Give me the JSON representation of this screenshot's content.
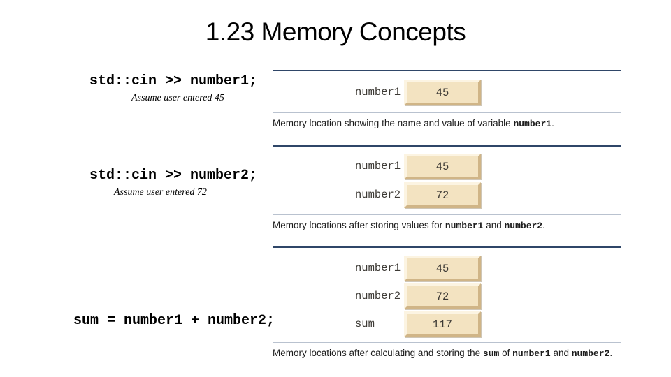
{
  "title": "1.23 Memory Concepts",
  "code_blocks": [
    {
      "code": "std::cin >> number1;",
      "note": "Assume user entered 45"
    },
    {
      "code": "std::cin >> number2;",
      "note": "Assume user entered 72"
    },
    {
      "code": "sum = number1 + number2;",
      "note": ""
    }
  ],
  "figures": [
    {
      "cells": [
        {
          "label": "number1",
          "value": "45"
        }
      ],
      "caption": [
        {
          "text": "Memory location showing the name and value of variable ",
          "code": false
        },
        {
          "text": "number1",
          "code": true
        },
        {
          "text": ".",
          "code": false
        }
      ]
    },
    {
      "cells": [
        {
          "label": "number1",
          "value": "45"
        },
        {
          "label": "number2",
          "value": "72"
        }
      ],
      "caption": [
        {
          "text": "Memory locations after storing values for ",
          "code": false
        },
        {
          "text": "number1",
          "code": true
        },
        {
          "text": " and ",
          "code": false
        },
        {
          "text": "number2",
          "code": true
        },
        {
          "text": ".",
          "code": false
        }
      ]
    },
    {
      "cells": [
        {
          "label": "number1",
          "value": "45"
        },
        {
          "label": "number2",
          "value": "72"
        },
        {
          "label": "sum",
          "value": "117"
        }
      ],
      "caption": [
        {
          "text": "Memory locations after calculating and storing the ",
          "code": false
        },
        {
          "text": "sum",
          "code": true
        },
        {
          "text": " of ",
          "code": false
        },
        {
          "text": "number1",
          "code": true
        },
        {
          "text": " and ",
          "code": false
        },
        {
          "text": "number2",
          "code": true
        },
        {
          "text": ".",
          "code": false
        }
      ]
    }
  ],
  "colors": {
    "background": "#ffffff",
    "title_text": "#000000",
    "code_text": "#000000",
    "rule_dark": "#2f4668",
    "rule_light": "#b9c2cf",
    "box_face": "#f3e3c1",
    "box_bevel_light": "#fcf4e2",
    "box_bevel_dark": "#d0b587",
    "cell_text": "#3d3a35",
    "caption_text": "#1c1c1c"
  }
}
